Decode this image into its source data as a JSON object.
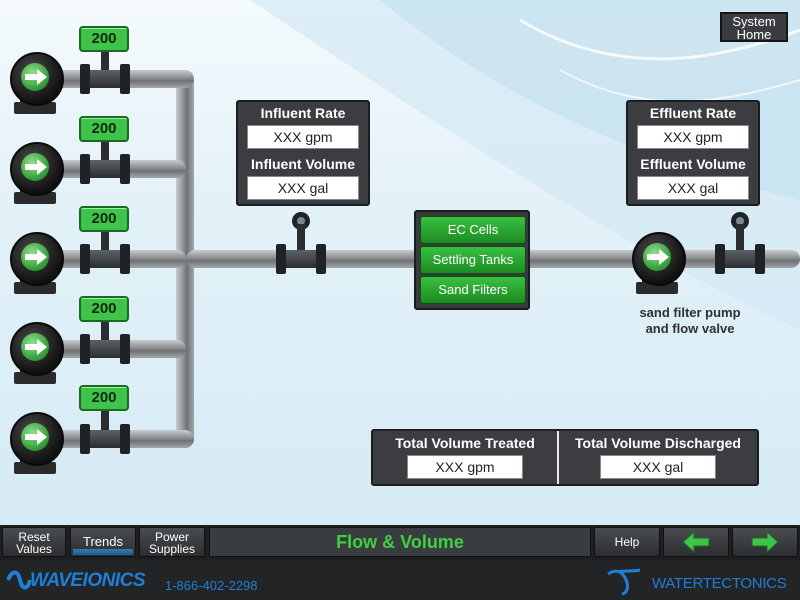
{
  "header": {
    "system_home_label": "System\nHome"
  },
  "pumps": {
    "tags": [
      "200",
      "200",
      "200",
      "200",
      "200"
    ]
  },
  "influent": {
    "rate_label": "Influent Rate",
    "rate_value": "XXX gpm",
    "volume_label": "Influent Volume",
    "volume_value": "XXX gal"
  },
  "effluent": {
    "rate_label": "Effluent Rate",
    "rate_value": "XXX gpm",
    "volume_label": "Effluent Volume",
    "volume_value": "XXX gal"
  },
  "process": {
    "buttons": [
      "EC Cells",
      "Settling Tanks",
      "Sand Filters"
    ]
  },
  "sand_filter": {
    "caption": "sand filter pump\nand flow valve"
  },
  "totals": {
    "treated_label": "Total Volume Treated",
    "treated_value": "XXX gpm",
    "discharged_label": "Total Volume Discharged",
    "discharged_value": "XXX gal"
  },
  "nav": {
    "reset_label": "Reset\nValues",
    "trends_label": "Trends",
    "power_label": "Power\nSupplies",
    "title": "Flow & Volume",
    "help_label": "Help"
  },
  "footer": {
    "left_brand": "WAVEIONICS",
    "phone": "1-866-402-2298",
    "right_brand": "WATERTECTONICS"
  },
  "colors": {
    "accent_green": "#3fc34a",
    "panel_dark": "#3b3d40",
    "title_green": "#3fd044",
    "brand_blue": "#1f7fd6"
  }
}
